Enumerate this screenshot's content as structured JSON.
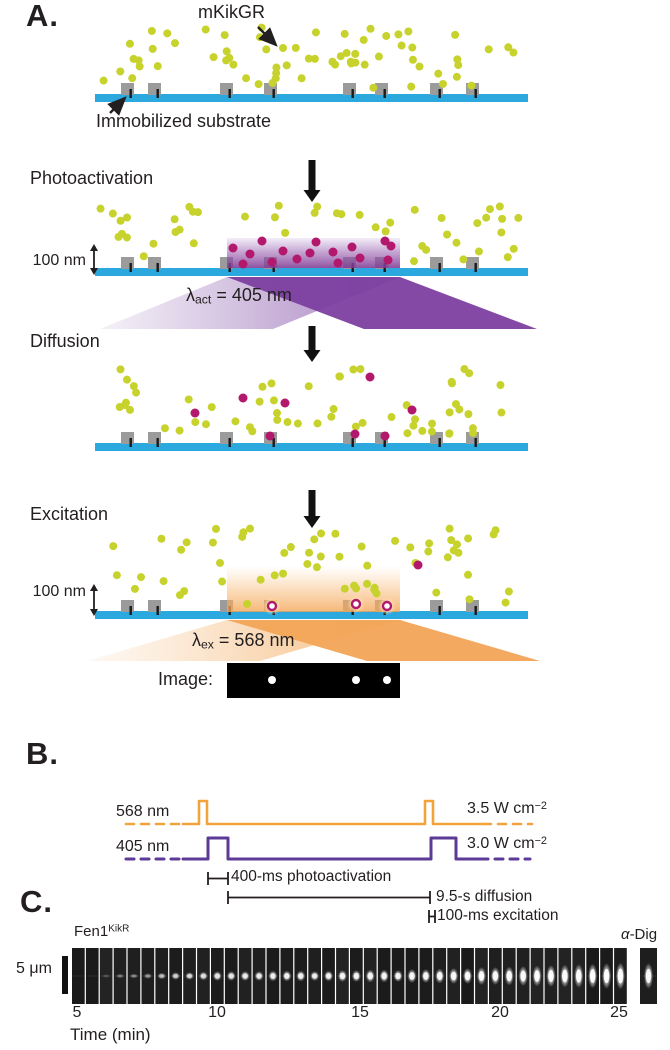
{
  "colors": {
    "yellow": "#c7d32c",
    "magenta": "#b2186c",
    "blue": "#2ba9df",
    "gray": "#9b9b9b",
    "purple_beam": "#7c3fa0",
    "purple_light": "#9a6cc0",
    "purple_trace": "#5c3b97",
    "orange_trace": "#f3a33c",
    "orange_beam": "#f2a557",
    "text": "#231f20"
  },
  "panel_a": {
    "label": "A.",
    "mkikgr": "mKikGR",
    "substrate": "Immobilized substrate",
    "steps": {
      "photoactivation": "Photoactivation",
      "diffusion": "Diffusion",
      "excitation": "Excitation"
    },
    "scale1": "100 nm",
    "scale2": "100 nm",
    "lambda_act": {
      "symbol": "λ",
      "sub": "act",
      "value": " = 405 nm"
    },
    "lambda_ex": {
      "symbol": "λ",
      "sub": "ex",
      "value": " = 568 nm"
    },
    "image_label": "Image:"
  },
  "panel_b": {
    "label": "B.",
    "traces": [
      {
        "name": "568 nm",
        "power_base": "3.5 W cm",
        "power_sup": "−2"
      },
      {
        "name": "405 nm",
        "power_base": "3.0 W cm",
        "power_sup": "−2"
      }
    ],
    "annotations": {
      "photoactivation": "400-ms photoactivation",
      "diffusion": "9.5-s diffusion",
      "excitation": "100-ms excitation"
    }
  },
  "panel_c": {
    "label": "C.",
    "protein_base": "Fen1",
    "protein_sup": "KikR",
    "antibody_alpha": "α",
    "antibody_rest": "-Dig",
    "scale_bar": "5 μm",
    "axis": {
      "label": "Time (min)",
      "ticks": [
        "5",
        "10",
        "15",
        "20",
        "25"
      ]
    },
    "frames": {
      "intensities": [
        0,
        0,
        0.12,
        0.25,
        0.3,
        0.35,
        0.5,
        0.6,
        0.65,
        0.7,
        0.75,
        0.75,
        0.8,
        0.8,
        0.82,
        0.85,
        0.85,
        0.82,
        0.85,
        0.88,
        0.88,
        0.9,
        0.9,
        0.88,
        0.92,
        0.92,
        0.95,
        0.93,
        0.96,
        0.97,
        0.97,
        0.98,
        0.98,
        1,
        1,
        1,
        1,
        1,
        1,
        1
      ],
      "half_heights": [
        0,
        0,
        2,
        2.5,
        2.5,
        3,
        3.5,
        4,
        4,
        4.5,
        5,
        5,
        5,
        5,
        5.5,
        5.5,
        5.5,
        5,
        5.5,
        6,
        6,
        6.5,
        6.5,
        6,
        7,
        7,
        7.5,
        8,
        8,
        9,
        9,
        9.5,
        10,
        10.5,
        11,
        11.5,
        12,
        12.5,
        13,
        13.5
      ]
    },
    "adig_frame": {
      "intensity": 0.95,
      "half_height": 13
    }
  },
  "figure": {
    "squares_x": [
      121,
      148,
      220,
      264,
      343,
      375,
      430,
      466
    ],
    "scene1": {
      "seed": 11,
      "count": 66,
      "x": [
        100,
        520
      ],
      "y": [
        26,
        88
      ],
      "extra_yellow": [
        [
          283,
          48
        ]
      ]
    },
    "scene2": {
      "seed": 22,
      "bands": [
        {
          "count": 16,
          "x": [
            100,
            220
          ],
          "y": [
            206,
            262
          ]
        },
        {
          "count": 18,
          "x": [
            404,
            520
          ],
          "y": [
            206,
            262
          ]
        },
        {
          "count": 12,
          "x": [
            230,
            396
          ],
          "y": [
            203,
            234
          ]
        }
      ],
      "magenta": [
        [
          233,
          248
        ],
        [
          250,
          254
        ],
        [
          262,
          241
        ],
        [
          272,
          262
        ],
        [
          283,
          251
        ],
        [
          297,
          259
        ],
        [
          310,
          253
        ],
        [
          316,
          242
        ],
        [
          333,
          252
        ],
        [
          338,
          263
        ],
        [
          352,
          247
        ],
        [
          360,
          258
        ],
        [
          385,
          241
        ],
        [
          391,
          246
        ],
        [
          388,
          260
        ],
        [
          243,
          264
        ]
      ]
    },
    "scene3": {
      "seed": 33,
      "count": 56,
      "x": [
        100,
        520
      ],
      "y": [
        368,
        434
      ],
      "magenta_free": [
        [
          195,
          413
        ],
        [
          243,
          398
        ],
        [
          285,
          403
        ],
        [
          370,
          377
        ],
        [
          412,
          410
        ]
      ],
      "magenta_bound": [
        [
          270,
          436
        ],
        [
          355,
          434
        ],
        [
          385,
          436
        ]
      ],
      "yellow_on_square": [
        [
          473,
          433
        ]
      ]
    },
    "scene4": {
      "seed": 44,
      "count": 60,
      "x": [
        100,
        520
      ],
      "y": [
        528,
        604
      ],
      "magenta_free": [
        [
          418,
          565
        ]
      ],
      "glowing": [
        [
          272,
          606
        ],
        [
          356,
          604
        ],
        [
          387,
          606
        ]
      ]
    },
    "image_dots": [
      [
        272,
        680
      ],
      [
        356,
        680
      ],
      [
        387,
        680
      ]
    ]
  },
  "chart_data": {
    "type": "line",
    "title": "Laser pulse timing (Panel B)",
    "series": [
      {
        "name": "568 nm excitation",
        "power": "3.5 W cm−2",
        "pulse_duration_ms": 100
      },
      {
        "name": "405 nm photoactivation",
        "power": "3.0 W cm−2",
        "pulse_duration_ms": 400
      }
    ],
    "cycle": {
      "photoactivation_ms": 400,
      "diffusion_s": 9.5,
      "excitation_ms": 100
    },
    "panel_c_axis": {
      "xlabel": "Time (min)",
      "ticks": [
        5,
        10,
        15,
        20,
        25
      ]
    }
  }
}
